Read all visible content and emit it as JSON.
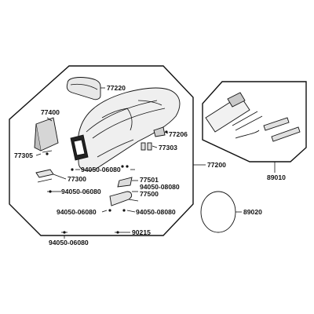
{
  "diagram": {
    "part_numbers": {
      "seat_cover_top": "77220",
      "rear_bracket": "77400",
      "hinge_right": "77206",
      "clip_pair": "77303",
      "assembly_main": "77200",
      "stay_left": "77305",
      "seat_bracket_left": "77300",
      "bolt_a": "94050-06080",
      "bolt_b": "94050-06080",
      "bolt_c": "94050-06080",
      "bolt_d": "94050-06080",
      "latch_plate": "77501",
      "bolt_e": "94050-08080",
      "latch_arm": "77500",
      "bolt_f": "94050-08080",
      "nut_small": "90215",
      "tool_kit": "89010",
      "strap": "89020"
    }
  }
}
